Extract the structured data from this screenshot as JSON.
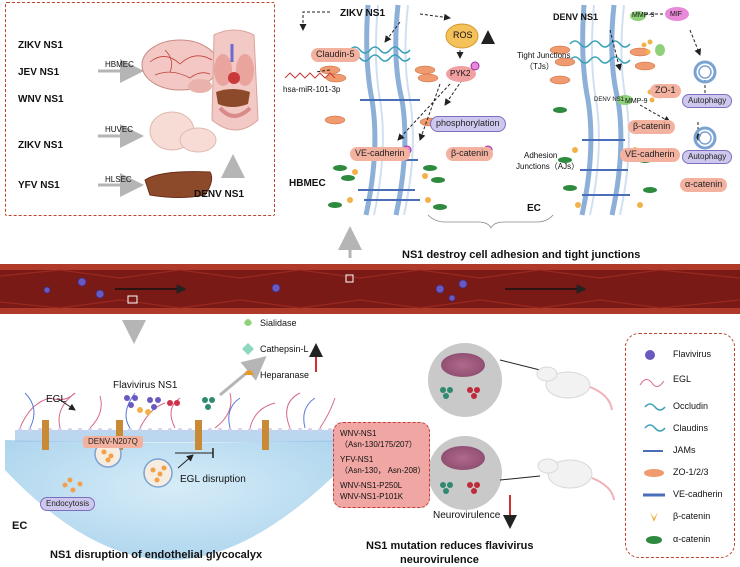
{
  "top_left": {
    "rows": [
      {
        "virus": "ZIKV NS1",
        "arrow": "HBMEC"
      },
      {
        "virus": "JEV NS1",
        "arrow": ""
      },
      {
        "virus": "WNV NS1",
        "arrow": ""
      },
      {
        "virus": "ZIKV NS1",
        "arrow": "HUVEC"
      },
      {
        "virus": "YFV NS1",
        "arrow": "HLSEC"
      }
    ],
    "denv_label": "DENV NS1"
  },
  "hbmec_panel": {
    "zikv": "ZIKV NS1",
    "ros": "ROS",
    "claudin5": "Claudin-5",
    "mirna": "hsa-miR-101-3p",
    "pyk2": "PYK2",
    "phosphorylation": "phosphorylation",
    "vecadherin": "VE-cadherin",
    "bcatenin": "β-catenin",
    "p": "P",
    "label": "HBMEC"
  },
  "ec_panel": {
    "denv": "DENV NS1",
    "mmp9": "MMP-9",
    "mif": "MIF",
    "tj": "Tight Junctions\n（TJs）",
    "tj1": "Tight Junctions",
    "tj2": "（TJs）",
    "zo1": "ZO-1",
    "autophagy": "Autophagy",
    "denv2": "DENV NS1",
    "mmp9b": "MMP-9",
    "bcatenin": "β-catenin",
    "aj1": "Adhesion",
    "aj2": "Junctions（AJs）",
    "vecadherin": "VE-cadherin",
    "autophagy2": "Autophagy",
    "acatenin": "α-catenin",
    "label": "EC"
  },
  "caption_top": "NS1 destroy cell adhesion and tight junctions",
  "glyco": {
    "sialidase": "Sialidase",
    "cathepsin": "Cathepsin-L",
    "heparanase": "Heparanase",
    "flavi": "Flavivirus NS1",
    "egl": "EGL",
    "denv_mut": "DENV-N207Q",
    "endocytosis": "Endocytosis",
    "egl_disruption": "EGL disruption",
    "ec": "EC",
    "caption": "NS1 disruption of endothelial glycocalyx"
  },
  "mutation": {
    "items": [
      "WNV-NS1",
      "（Asn-130/175/207）",
      "YFV-NS1",
      "（Asn-130， Asn-208）",
      "WNV-NS1-P250L",
      "WNV-NS1-P101K"
    ],
    "neuro": "Neurovirulence",
    "caption1": "NS1 mutation reduces flavivirus",
    "caption2": "neurovirulence"
  },
  "legend": [
    {
      "icon": "flavivirus-icon",
      "label": "Flavivirus"
    },
    {
      "icon": "egl-icon",
      "label": "EGL"
    },
    {
      "icon": "occludin-icon",
      "label": "Occludin"
    },
    {
      "icon": "claudins-icon",
      "label": "Claudins"
    },
    {
      "icon": "jams-icon",
      "label": "JAMs"
    },
    {
      "icon": "zo-icon",
      "label": "ZO-1/2/3"
    },
    {
      "icon": "vecadherin-icon",
      "label": "VE-cadherin"
    },
    {
      "icon": "bcatenin-icon",
      "label": "β-catenin"
    },
    {
      "icon": "acatenin-icon",
      "label": "α-catenin"
    }
  ],
  "colors": {
    "vessel": "#7a1a16",
    "vessel_light": "#b03a2a",
    "panel": "#e3edf7",
    "accent": "#c0442a",
    "flavivirus": "#6a4fb0"
  }
}
